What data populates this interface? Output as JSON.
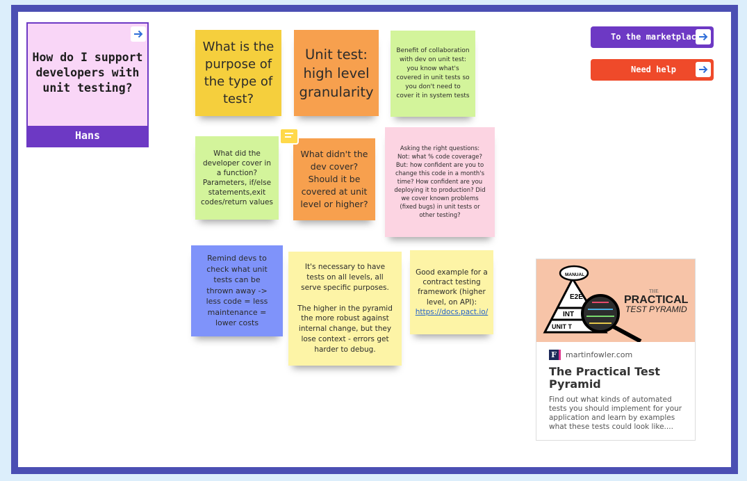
{
  "question_card": {
    "text": "How do I support developers with unit testing?",
    "author": "Hans"
  },
  "buttons": {
    "marketplace": "To the marketplace",
    "help": "Need help"
  },
  "stickies": [
    {
      "text": "What is the purpose of the type of test?",
      "color": "#f5cf3d"
    },
    {
      "text": "Unit test: high level granularity",
      "color": "#f7a04e"
    },
    {
      "text": "Benefit of collaboration with dev on unit test: you know what's covered in unit tests so you don't need to cover it in system tests",
      "color": "#d3f49b"
    },
    {
      "text": "What did the developer cover in a function? Parameters, if/else statements,exit codes/return values",
      "color": "#d3f49b"
    },
    {
      "text": "What didn't the dev cover? Should it be covered at unit level or higher?",
      "color": "#f7a04e"
    },
    {
      "text": "Asking the right questions: Not: what % code coverage? But: how confident are you to change this code in a month's time? How confident are you deploying it to production? Did we cover known problems (fixed bugs) in unit tests or other testing?",
      "color": "#fcd4e2"
    },
    {
      "text": "Remind devs to check what unit tests can be thrown away -> less code = less maintenance = lower costs",
      "color": "#7f93fa"
    },
    {
      "text": "It's necessary to have tests on all levels, all serve specific purposes.\n\nThe higher in the pyramid the more robust against internal change, but they lose context - errors get harder to debug.",
      "color": "#fdf4a6"
    },
    {
      "text": "Good example for a contract testing framework (higher level, on API):",
      "link": "https://docs.pact.io/",
      "color": "#fdf4a6"
    }
  ],
  "link_card": {
    "domain": "martinfowler.com",
    "title": "The Practical Test Pyramid",
    "description": "Find out what kinds of automated tests you should implement for your application and learn by examples what these tests could look like....",
    "image": {
      "title_line1": "PRACTICAL",
      "title_line2": "TEST PYRAMID",
      "title_the": "THE",
      "cloud_label": "MANUAL",
      "levels": [
        "E2E",
        "INT",
        "UNIT T"
      ]
    }
  },
  "colors": {
    "frame": "#4b4fb3",
    "purple_accent": "#6d39c4",
    "marketplace_button": "#6d39c4",
    "help_button": "#ef4a2a",
    "arrow": "#2f6ed8"
  }
}
